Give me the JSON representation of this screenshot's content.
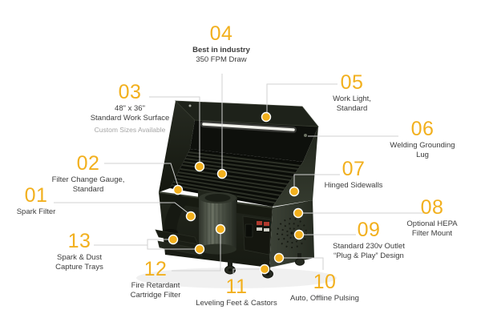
{
  "colors": {
    "accent": "#F2B01E",
    "line": "#D2D2D2",
    "text": "#3B3B3B",
    "muted": "#A5A5A5"
  },
  "icons": {
    "illustration": "downdraft-table-illustration",
    "marker": "callout-dot"
  },
  "callouts": [
    {
      "number": "01",
      "lines": [
        "Spark Filter"
      ]
    },
    {
      "number": "02",
      "lines": [
        "Filter Change Gauge,",
        "Standard"
      ]
    },
    {
      "number": "03",
      "lines": [
        "48\" x 36\"",
        "Standard Work Surface"
      ],
      "note": "Custom Sizes Available"
    },
    {
      "number": "04",
      "lines": [
        "Best in industry",
        "350 FPM Draw"
      ]
    },
    {
      "number": "05",
      "lines": [
        "Work Light,",
        "Standard"
      ]
    },
    {
      "number": "06",
      "lines": [
        "Welding Grounding",
        "Lug"
      ]
    },
    {
      "number": "07",
      "lines": [
        "Hinged Sidewalls"
      ]
    },
    {
      "number": "08",
      "lines": [
        "Optional HEPA",
        "Filter Mount"
      ]
    },
    {
      "number": "09",
      "lines": [
        "Standard 230v Outlet",
        "“Plug & Play” Design"
      ]
    },
    {
      "number": "10",
      "lines": [
        "Auto, Offline Pulsing"
      ]
    },
    {
      "number": "11",
      "lines": [
        "Leveling Feet & Castors"
      ]
    },
    {
      "number": "12",
      "lines": [
        "Fire Retardant",
        "Cartridge Filter"
      ]
    },
    {
      "number": "13",
      "lines": [
        "Spark & Dust",
        "Capture Trays"
      ]
    }
  ]
}
